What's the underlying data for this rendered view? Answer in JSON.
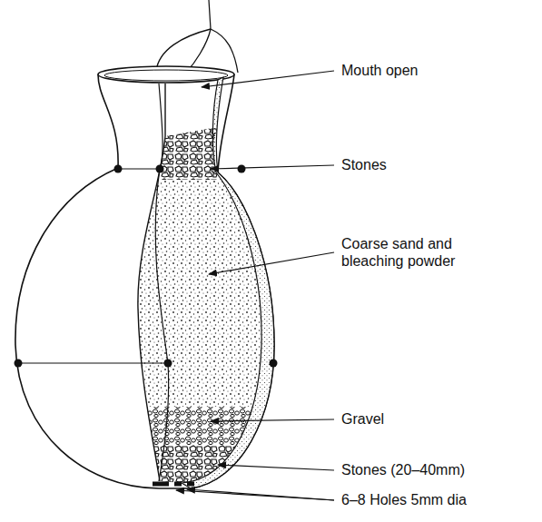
{
  "diagram": {
    "labels": [
      "Mouth open",
      "Stones",
      "Coarse sand and bleaching powder",
      "Gravel",
      "Stones (20–40mm)",
      "6–8 Holes 5mm dia"
    ]
  }
}
